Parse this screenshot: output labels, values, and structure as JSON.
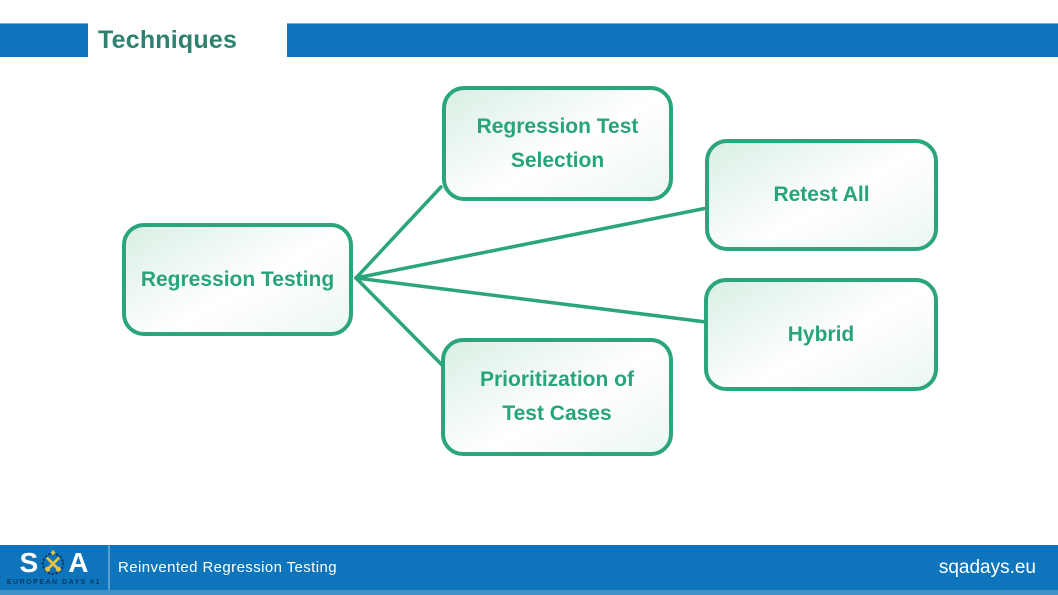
{
  "slide": {
    "title": "Techniques"
  },
  "diagram": {
    "nodes": [
      {
        "label": "Regression Testing"
      },
      {
        "label": "Regression Test Selection"
      },
      {
        "label": "Retest All"
      },
      {
        "label": "Hybrid"
      },
      {
        "label": "Prioritization of Test Cases"
      }
    ],
    "edges": [
      {
        "from": "Regression Testing",
        "to": "Regression Test Selection"
      },
      {
        "from": "Regression Testing",
        "to": "Retest All"
      },
      {
        "from": "Regression Testing",
        "to": "Hybrid"
      },
      {
        "from": "Regression Testing",
        "to": "Prioritization of Test Cases"
      }
    ]
  },
  "footer": {
    "logo_letter_left": "S",
    "logo_letter_right": "A",
    "logo_subtext": "EUROPEAN DAYS #1",
    "presentation_title": "Reinvented Regression Testing",
    "website": "sqadays.eu"
  },
  "colors": {
    "bar_blue": "#0e74bc",
    "node_green": "#2aa57d",
    "title_teal": "#2e8170",
    "footer_bottom_strip": "#4191c9"
  }
}
